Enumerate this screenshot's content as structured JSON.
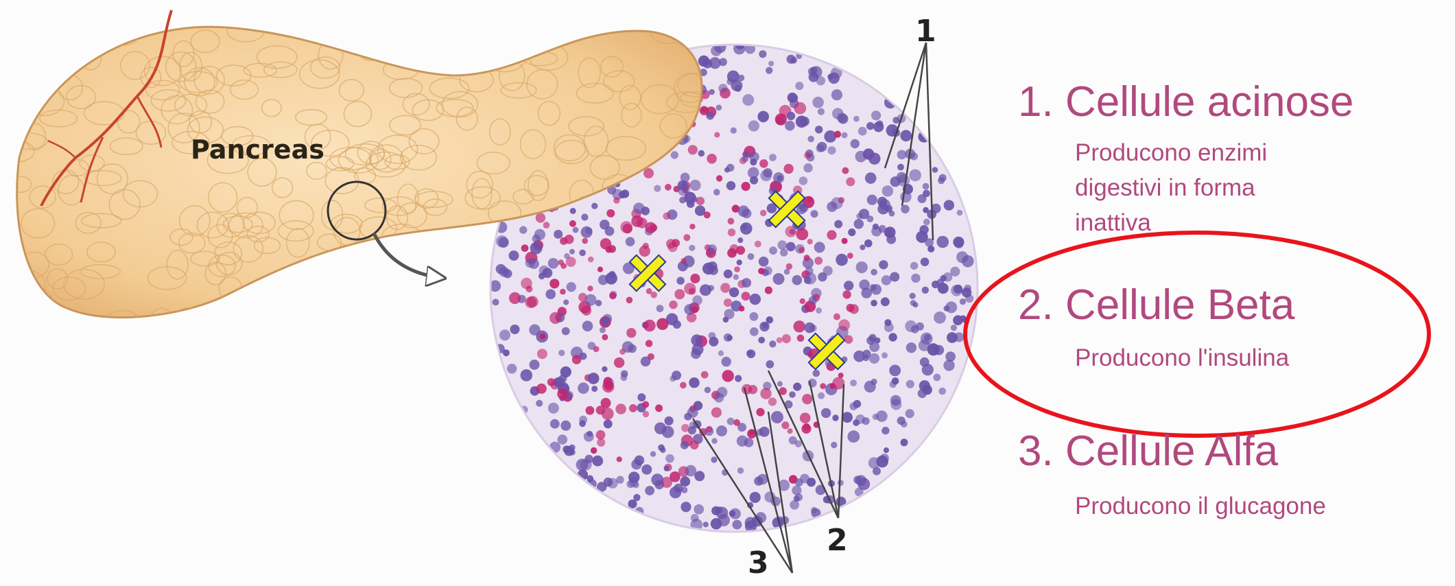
{
  "organ_label": "Pancreas",
  "callout_numbers": {
    "one": "1",
    "two": "2",
    "three": "3"
  },
  "legend": [
    {
      "title": "1. Cellule acinose",
      "desc_lines": [
        "Producono enzimi",
        "digestivi in forma",
        "inattiva"
      ]
    },
    {
      "title": "2. Cellule Beta",
      "desc_lines": [
        "Producono l'insulina"
      ]
    },
    {
      "title": "3. Cellule Alfa",
      "desc_lines": [
        "Producono il glucagone"
      ]
    }
  ],
  "highlight": {
    "color": "#e8141c",
    "target": "2. Cellule Beta"
  },
  "marker": {
    "symbol": "cross",
    "fill": "#f6ee19",
    "stroke": "#2a3b8f",
    "count": 3
  },
  "colors": {
    "organ_fill": "#f4cf9a",
    "organ_lobule": "#d9a868",
    "micro_base": "#e7dcee",
    "nucleus_purple": "#6a52a8",
    "alpha_cell": "#c2246e",
    "text_accent": "#b0497e"
  }
}
